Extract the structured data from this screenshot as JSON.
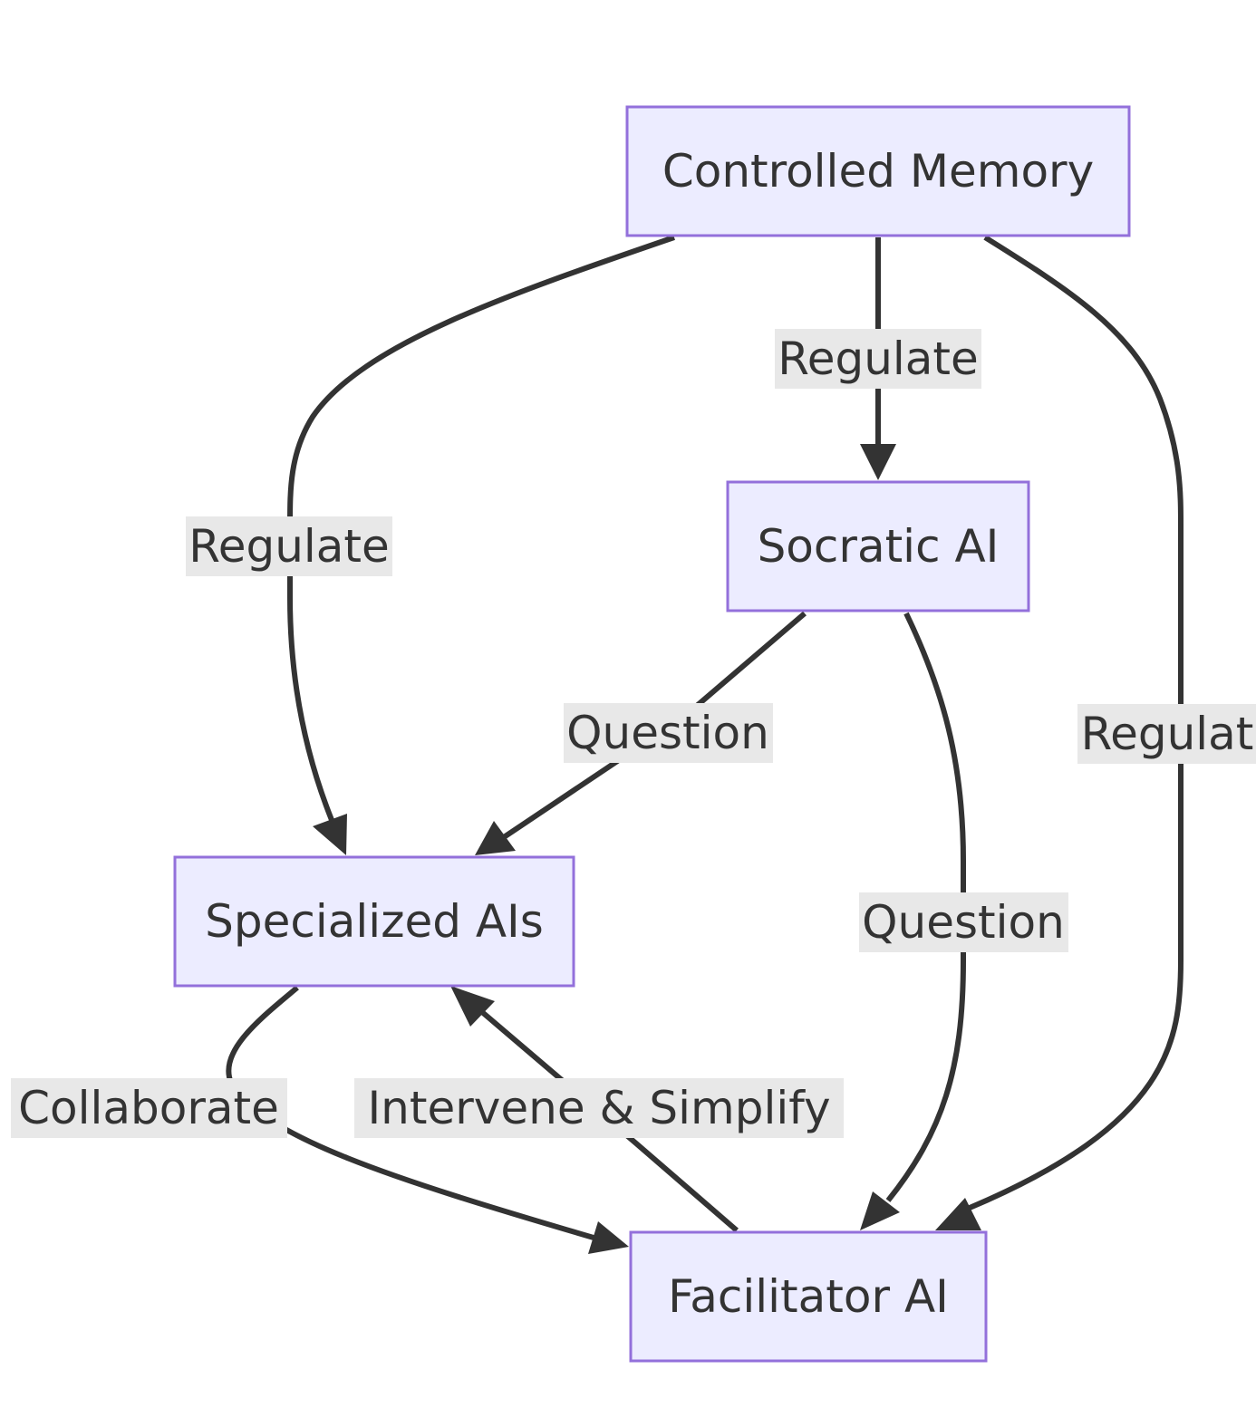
{
  "diagram": {
    "type": "flowchart",
    "nodes": {
      "controlled_memory": "Controlled Memory",
      "socratic_ai": "Socratic AI",
      "specialized_ais": "Specialized AIs",
      "facilitator_ai": "Facilitator AI"
    },
    "edges": [
      {
        "from": "Controlled Memory",
        "to": "Socratic AI",
        "label": "Regulate"
      },
      {
        "from": "Controlled Memory",
        "to": "Specialized AIs",
        "label": "Regulate"
      },
      {
        "from": "Controlled Memory",
        "to": "Facilitator AI",
        "label": "Regulat"
      },
      {
        "from": "Socratic AI",
        "to": "Specialized AIs",
        "label": "Question"
      },
      {
        "from": "Socratic AI",
        "to": "Facilitator AI",
        "label": "Question"
      },
      {
        "from": "Specialized AIs",
        "to": "Facilitator AI",
        "label": "Collaborate"
      },
      {
        "from": "Facilitator AI",
        "to": "Specialized AIs",
        "label": "Intervene & Simplify"
      }
    ],
    "colors": {
      "node_fill": "#ECECFF",
      "node_border": "#9370DB",
      "edge": "#333333",
      "label_background": "#E8E8E8",
      "text": "#333333"
    }
  }
}
